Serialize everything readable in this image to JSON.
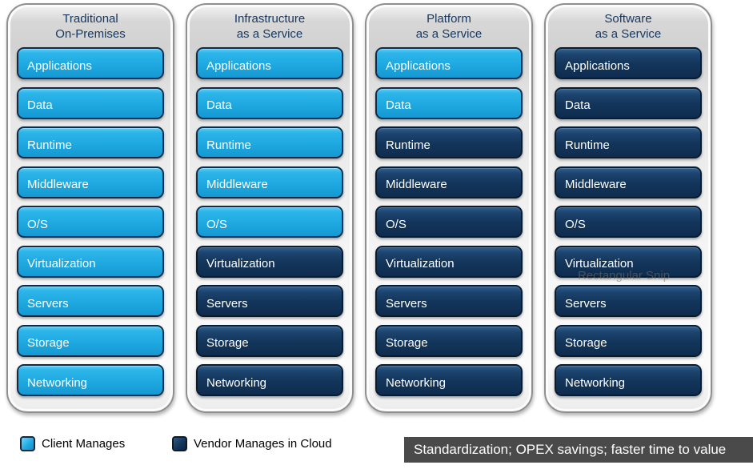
{
  "colors": {
    "client_fill": "#21ace3",
    "vendor_fill": "#14365c",
    "header_text": "#17365d",
    "banner_bg": "#4a4a4a"
  },
  "columns": [
    {
      "id": "traditional",
      "title_lines": [
        "Traditional",
        "On-Premises"
      ],
      "rows": [
        {
          "label": "Applications",
          "managed_by": "client"
        },
        {
          "label": "Data",
          "managed_by": "client"
        },
        {
          "label": "Runtime",
          "managed_by": "client"
        },
        {
          "label": "Middleware",
          "managed_by": "client"
        },
        {
          "label": "O/S",
          "managed_by": "client"
        },
        {
          "label": "Virtualization",
          "managed_by": "client"
        },
        {
          "label": "Servers",
          "managed_by": "client"
        },
        {
          "label": "Storage",
          "managed_by": "client"
        },
        {
          "label": "Networking",
          "managed_by": "client"
        }
      ]
    },
    {
      "id": "iaas",
      "title_lines": [
        "Infrastructure",
        "as a Service"
      ],
      "rows": [
        {
          "label": "Applications",
          "managed_by": "client"
        },
        {
          "label": "Data",
          "managed_by": "client"
        },
        {
          "label": "Runtime",
          "managed_by": "client"
        },
        {
          "label": "Middleware",
          "managed_by": "client"
        },
        {
          "label": "O/S",
          "managed_by": "client"
        },
        {
          "label": "Virtualization",
          "managed_by": "vendor"
        },
        {
          "label": "Servers",
          "managed_by": "vendor"
        },
        {
          "label": "Storage",
          "managed_by": "vendor"
        },
        {
          "label": "Networking",
          "managed_by": "vendor"
        }
      ]
    },
    {
      "id": "paas",
      "title_lines": [
        "Platform",
        "as a Service"
      ],
      "rows": [
        {
          "label": "Applications",
          "managed_by": "client"
        },
        {
          "label": "Data",
          "managed_by": "client"
        },
        {
          "label": "Runtime",
          "managed_by": "vendor"
        },
        {
          "label": "Middleware",
          "managed_by": "vendor"
        },
        {
          "label": "O/S",
          "managed_by": "vendor"
        },
        {
          "label": "Virtualization",
          "managed_by": "vendor"
        },
        {
          "label": "Servers",
          "managed_by": "vendor"
        },
        {
          "label": "Storage",
          "managed_by": "vendor"
        },
        {
          "label": "Networking",
          "managed_by": "vendor"
        }
      ]
    },
    {
      "id": "saas",
      "title_lines": [
        "Software",
        "as a Service"
      ],
      "rows": [
        {
          "label": "Applications",
          "managed_by": "vendor"
        },
        {
          "label": "Data",
          "managed_by": "vendor"
        },
        {
          "label": "Runtime",
          "managed_by": "vendor"
        },
        {
          "label": "Middleware",
          "managed_by": "vendor"
        },
        {
          "label": "O/S",
          "managed_by": "vendor"
        },
        {
          "label": "Virtualization",
          "managed_by": "vendor"
        },
        {
          "label": "Servers",
          "managed_by": "vendor"
        },
        {
          "label": "Storage",
          "managed_by": "vendor"
        },
        {
          "label": "Networking",
          "managed_by": "vendor"
        }
      ]
    }
  ],
  "legend": [
    {
      "label": "Client Manages",
      "type": "client"
    },
    {
      "label": "Vendor Manages in Cloud",
      "type": "vendor"
    }
  ],
  "banner": {
    "text": "Standardization; OPEX savings; faster time to value"
  },
  "watermark": {
    "text": "Rectangular Snip"
  }
}
